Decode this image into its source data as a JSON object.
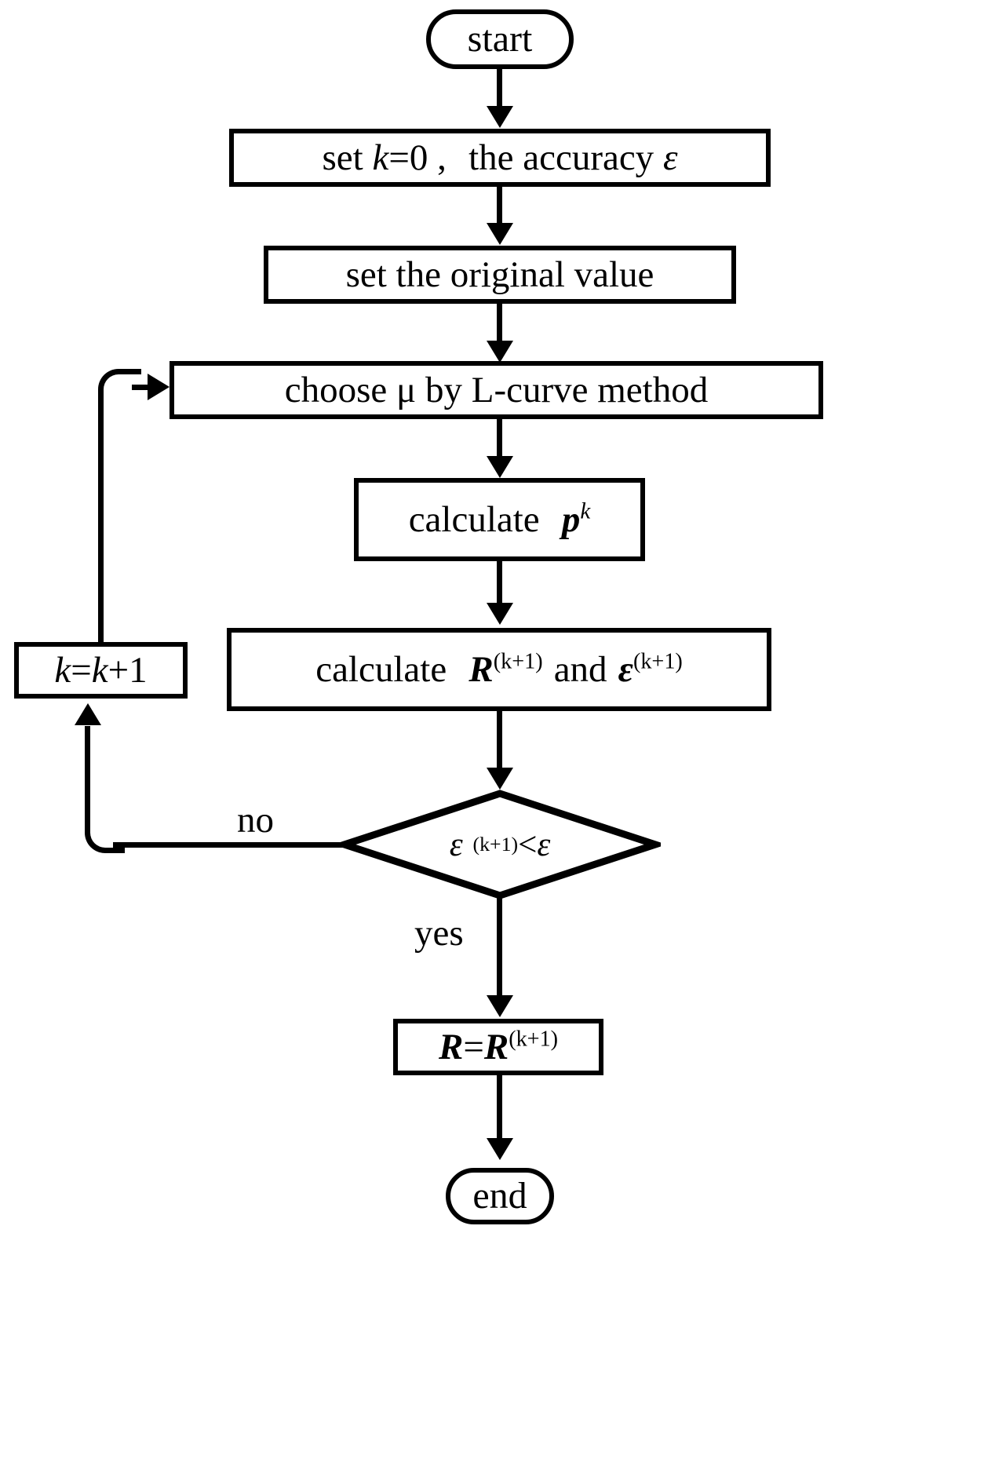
{
  "diagram": {
    "title": "Iterative inversion algorithm flowchart",
    "type": "flowchart",
    "stroke_color": "#000000",
    "fill_color": "#ffffff"
  },
  "nodes": {
    "start": {
      "shape": "terminal",
      "text": "start"
    },
    "set_k": {
      "shape": "process",
      "text_plain": "set k=0 ,  the accuracy ε"
    },
    "set_original": {
      "shape": "process",
      "text": "set the original value"
    },
    "choose_mu": {
      "shape": "process",
      "text": "choose μ by  L-curve method"
    },
    "calc_p": {
      "shape": "process",
      "text_plain": "calculate  p^k"
    },
    "calc_R": {
      "shape": "process",
      "text_plain": "calculate  R^(k+1) and ε^(k+1)"
    },
    "increment_k": {
      "shape": "process",
      "text_plain": "k=k+1"
    },
    "decision": {
      "shape": "diamond",
      "text_plain": "ε^(k+1)<ε"
    },
    "assign_R": {
      "shape": "process",
      "text_plain": "R=R^(k+1)"
    },
    "end": {
      "shape": "terminal",
      "text": "end"
    }
  },
  "fragments": {
    "set_prefix": "set ",
    "k_var": "k",
    "eq_zero": "=0 ,",
    "the_accuracy": "the accuracy ",
    "epsilon": "ε",
    "calculate": "calculate",
    "p_var": "p",
    "k_sup": "k",
    "R_var": "R",
    "kplus1_sup": "(k+1)",
    "and_word": "and",
    "epsilon_bold": "ε",
    "k_eq": "=",
    "k_plus": "+1",
    "less_than": "<",
    "R_assign_eq": "="
  },
  "edges": [
    {
      "id": "start-to-set-k",
      "label": ""
    },
    {
      "id": "set-k-to-set-original",
      "label": ""
    },
    {
      "id": "set-original-to-choose-mu",
      "label": ""
    },
    {
      "id": "choose-mu-to-calc-p",
      "label": ""
    },
    {
      "id": "calc-p-to-calc-R",
      "label": ""
    },
    {
      "id": "calc-R-to-decision",
      "label": ""
    },
    {
      "id": "decision-no-to-increment-k",
      "label": "no"
    },
    {
      "id": "increment-k-to-choose-mu",
      "label": ""
    },
    {
      "id": "decision-yes-to-assign-R",
      "label": "yes"
    },
    {
      "id": "assign-R-to-end",
      "label": ""
    }
  ],
  "edge_labels": {
    "no": "no",
    "yes": "yes"
  }
}
